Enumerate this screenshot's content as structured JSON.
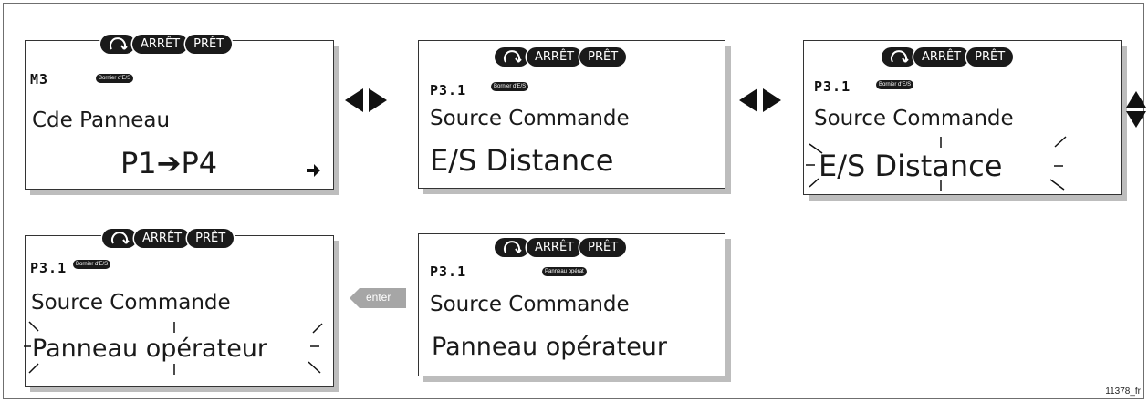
{
  "status": {
    "stop_label": "ARRÊT",
    "ready_label": "PRÊT"
  },
  "panel1": {
    "code": "M3",
    "badge": "Bornier d'E/S",
    "line1": "Cde Panneau",
    "line2": "P1➔P4"
  },
  "panel2": {
    "code": "P3.1",
    "badge": "Bornier d'E/S",
    "line1": "Source Commande",
    "line2": "E/S Distance"
  },
  "panel3": {
    "code": "P3.1",
    "badge": "Bornier d'E/S",
    "line1": "Source Commande",
    "line2": "E/S Distance"
  },
  "panel4": {
    "code": "P3.1",
    "badge": "Bornier d'E/S",
    "line1": "Source Commande",
    "line2": "Panneau opérateur"
  },
  "panel5": {
    "code": "P3.1",
    "badge": "Panneau opérat",
    "line1": "Source Commande",
    "line2": "Panneau opérateur"
  },
  "enter_label": "enter",
  "figure_number": "11378_fr",
  "icons": [
    "rotate-icon",
    "arrow-left-icon",
    "arrow-right-icon",
    "arrow-up-icon",
    "arrow-down-icon",
    "cursor-arrow-icon",
    "enter-arrow-icon",
    "blink-marks"
  ]
}
